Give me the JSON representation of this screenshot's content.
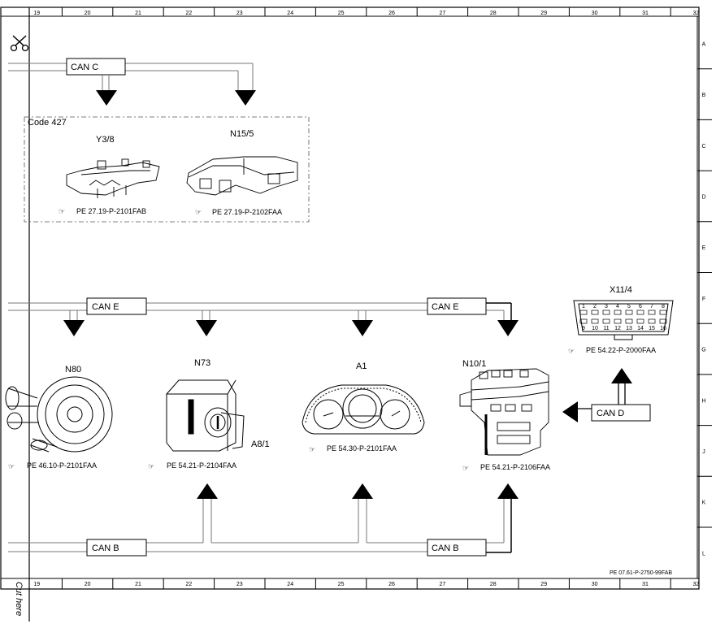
{
  "grid": {
    "columns": [
      "19",
      "20",
      "21",
      "22",
      "23",
      "24",
      "25",
      "26",
      "27",
      "28",
      "29",
      "30",
      "31",
      "32"
    ],
    "rows": [
      "A",
      "B",
      "C",
      "D",
      "E",
      "F",
      "G",
      "H",
      "J",
      "K",
      "L"
    ]
  },
  "cut_label": "Cut here",
  "code_group": {
    "label": "Code 427"
  },
  "buses": {
    "can_c": "CAN C",
    "can_e_left": "CAN E",
    "can_e_right": "CAN E",
    "can_b_left": "CAN B",
    "can_b_right": "CAN B",
    "can_d": "CAN D"
  },
  "components": {
    "y3_8": {
      "label": "Y3/8",
      "ref": "PE 27.19-P-2101FAB",
      "icon": "transmission-control-plate-icon"
    },
    "n15_5": {
      "label": "N15/5",
      "ref": "PE 27.19-P-2102FAA",
      "icon": "selector-module-icon"
    },
    "n80": {
      "label": "N80",
      "ref": "PE 46.10-P-2101FAA",
      "icon": "steering-column-module-icon"
    },
    "n73": {
      "label": "N73",
      "sublabel": "A8/1",
      "ref": "PE 54.21-P-2104FAA",
      "icon": "ignition-switch-icon"
    },
    "a1": {
      "label": "A1",
      "ref": "PE 54.30-P-2101FAA",
      "icon": "instrument-cluster-icon"
    },
    "n10_1": {
      "label": "N10/1",
      "ref": "PE 54.21-P-2106FAA",
      "icon": "sam-module-icon"
    },
    "x11_4": {
      "label": "X11/4",
      "ref": "PE 54.22-P-2000FAA",
      "icon": "diagnostic-connector-icon",
      "pins_top": [
        "1",
        "2",
        "3",
        "4",
        "5",
        "6",
        "7",
        "8"
      ],
      "pins_bottom": [
        "9",
        "10",
        "11",
        "12",
        "13",
        "14",
        "15",
        "16"
      ]
    }
  },
  "footer_ref": "PE 07.61-P-2750-99FAB",
  "colors": {
    "line": "#000000",
    "bus_gray": "#666666",
    "background": "#ffffff"
  }
}
